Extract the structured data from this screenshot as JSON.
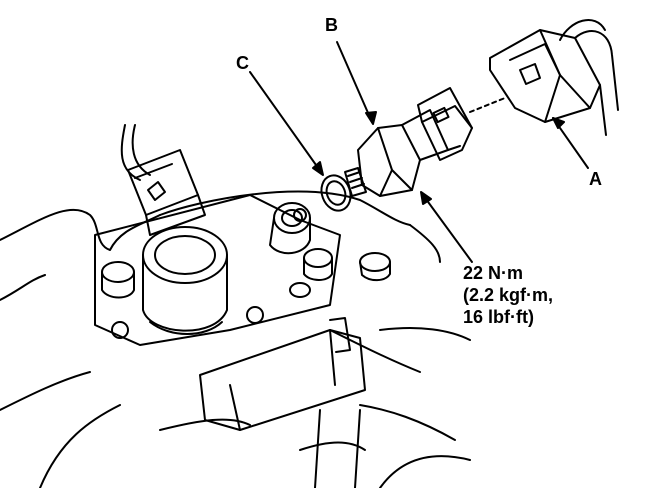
{
  "callouts": {
    "a": "A",
    "b": "B",
    "c": "C"
  },
  "torque_spec": {
    "line1": "22 N·m",
    "line2": "(2.2 kgf·m,",
    "line3": "16 lbf·ft)"
  }
}
